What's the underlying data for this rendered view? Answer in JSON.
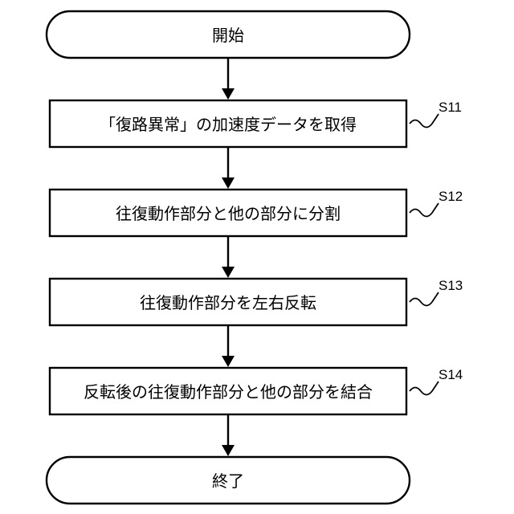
{
  "flowchart": {
    "start": {
      "label": "開始"
    },
    "steps": [
      {
        "id": "S11",
        "label": "「復路異常」の加速度データを取得"
      },
      {
        "id": "S12",
        "label": "往復動作部分と他の部分に分割"
      },
      {
        "id": "S13",
        "label": "往復動作部分を左右反転"
      },
      {
        "id": "S14",
        "label": "反転後の往復動作部分と他の部分を結合"
      }
    ],
    "end": {
      "label": "終了"
    }
  }
}
